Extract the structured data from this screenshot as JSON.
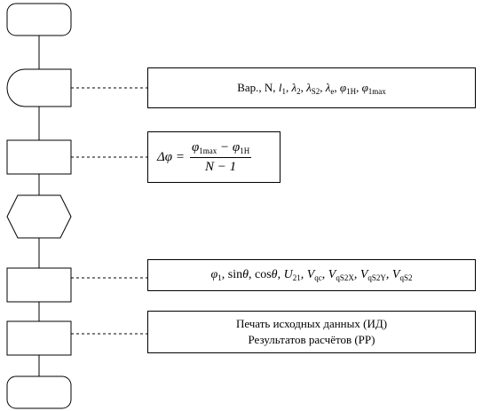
{
  "note1": {
    "prefix": "Вар., N,",
    "parts": [
      {
        "sym": "l",
        "sub": "1"
      },
      {
        "sym": "λ",
        "sub": "2"
      },
      {
        "sym": "λ",
        "sub": "S2"
      },
      {
        "sym": "λ",
        "sub": "e"
      },
      {
        "sym": "φ",
        "sub": "1H"
      },
      {
        "sym": "φ",
        "sub": "1max"
      }
    ]
  },
  "note2": {
    "lhs": "Δφ =",
    "numerator": "φ1max − φ1H",
    "denominator": "N − 1"
  },
  "note3": {
    "text": "φ1, sinθ, cosθ, U21, Vqc, VqS2X, VqS2Y, VqS2"
  },
  "note4": {
    "line1": "Печать исходных данных (ИД)",
    "line2": "Результатов расчётов (РР)"
  }
}
